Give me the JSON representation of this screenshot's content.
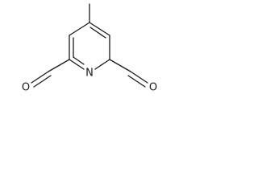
{
  "molecule": {
    "atoms": {
      "ring_nitrogen": "N",
      "left_oxygen": "O",
      "right_oxygen": "O"
    },
    "colors": {
      "bond": "#1a1a1a",
      "background": "#ffffff"
    }
  }
}
